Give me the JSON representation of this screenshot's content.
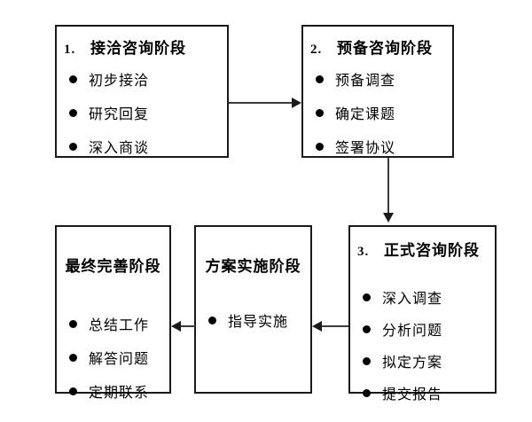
{
  "diagram": {
    "title": "咨询项目阶段流程图",
    "background_color": "#ffffff",
    "line_color": "#3a3a3a",
    "text_color": "#000000",
    "bullet_glyph": "●"
  },
  "boxes": {
    "stage1": {
      "number": "1.",
      "title": "接洽咨询阶段",
      "items": [
        "初步接洽",
        "研究回复",
        "深入商谈"
      ]
    },
    "stage2": {
      "number": "2.",
      "title": "预备咨询阶段",
      "items": [
        "预备调查",
        "确定课题",
        "签署协议"
      ]
    },
    "stage3": {
      "number": "3.",
      "title": "正式咨询阶段",
      "items": [
        "深入调查",
        "分析问题",
        "拟定方案",
        "提交报告"
      ]
    },
    "implementation": {
      "number": "",
      "title": "方案实施阶段",
      "items": [
        "指导实施"
      ]
    },
    "final": {
      "number": "",
      "title": "最终完善阶段",
      "items": [
        "总结工作",
        "解答问题",
        "定期联系"
      ]
    }
  },
  "connectors": [
    {
      "name": "stage1-to-stage2",
      "direction": "right"
    },
    {
      "name": "stage2-to-stage3",
      "direction": "down"
    },
    {
      "name": "stage3-to-implementation",
      "direction": "left"
    },
    {
      "name": "implementation-to-final",
      "direction": "left"
    }
  ]
}
